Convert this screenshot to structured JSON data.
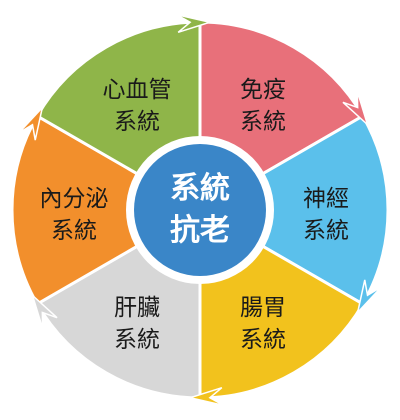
{
  "center": {
    "line1": "系統",
    "line2": "抗老",
    "fill": "#3a86c8"
  },
  "segments": [
    {
      "line1": "免疫",
      "line2": "系統",
      "color": "#e8707a"
    },
    {
      "line1": "神經",
      "line2": "系統",
      "color": "#5bc0eb"
    },
    {
      "line1": "腸胃",
      "line2": "系統",
      "color": "#f2c21d"
    },
    {
      "line1": "肝臟",
      "line2": "系統",
      "color": "#d7d7d7"
    },
    {
      "line1": "內分泌",
      "line2": "系統",
      "color": "#f28f2c"
    },
    {
      "line1": "心血管",
      "line2": "系統",
      "color": "#8fb549"
    }
  ]
}
